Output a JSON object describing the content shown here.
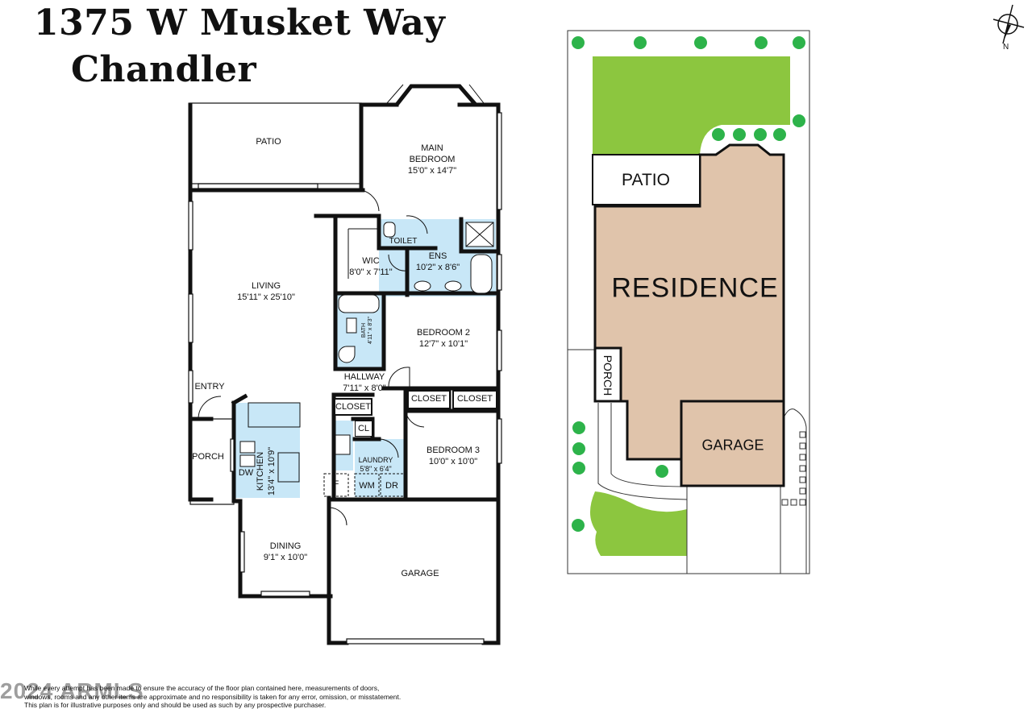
{
  "address": {
    "line1": "1375 W Musket Way",
    "line2": "Chandler"
  },
  "compass": {
    "label": "N"
  },
  "rooms": {
    "patio": {
      "name": "PATIO"
    },
    "main_bedroom": {
      "name_line1": "MAIN",
      "name_line2": "BEDROOM",
      "dim": "15'0\" x 14'7\""
    },
    "toilet": {
      "name": "TOILET"
    },
    "ens": {
      "name": "ENS",
      "dim": "10'2\" x 8'6\""
    },
    "wic": {
      "name": "WIC",
      "dim": "8'0\" x 7'11\""
    },
    "living": {
      "name": "LIVING",
      "dim": "15'11\" x 25'10\""
    },
    "bath": {
      "name": "BATH",
      "dim": "4'11\" x 8'3\""
    },
    "bedroom2": {
      "name": "BEDROOM 2",
      "dim": "12'7\" x 10'1\""
    },
    "hallway": {
      "name": "HALLWAY",
      "dim": "7'11\" x 8'0\""
    },
    "closet_a": {
      "name": "CLOSET"
    },
    "closet_b": {
      "name": "CLOSET"
    },
    "closet_c": {
      "name": "CLOSET"
    },
    "entry": {
      "name": "ENTRY"
    },
    "cl": {
      "name": "CL"
    },
    "porch": {
      "name": "PORCH"
    },
    "kitchen": {
      "name": "KITCHEN",
      "dim": "13'4\" x 10'9\""
    },
    "dw": {
      "name": "DW"
    },
    "laundry": {
      "name": "LAUNDRY",
      "dim": "5'8\" x 6'4\""
    },
    "wm": {
      "name": "WM"
    },
    "dr": {
      "name": "DR"
    },
    "fridge": {
      "name": "F"
    },
    "bedroom3": {
      "name": "BEDROOM 3",
      "dim": "10'0\" x 10'0\""
    },
    "dining": {
      "name": "DINING",
      "dim": "9'1\" x 10'0\""
    },
    "garage": {
      "name": "GARAGE"
    }
  },
  "site": {
    "patio": "PATIO",
    "residence": "RESIDENCE",
    "porch": "PORCH",
    "garage": "GARAGE",
    "colors": {
      "lawn": "#8cc63f",
      "residence": "#e0c4ab",
      "tree": "#2db34a"
    }
  },
  "watermark": "2024 ARMLS",
  "disclaimer": {
    "line1": "While every attempt has been made to ensure the accuracy of the floor plan contained here, measurements of doors,",
    "line2": "windows, rooms and any other items are approximate and no responsibility is taken for any error, omission, or misstatement.",
    "line3": "This plan is for illustrative purposes only and should be used as such by any prospective purchaser."
  }
}
